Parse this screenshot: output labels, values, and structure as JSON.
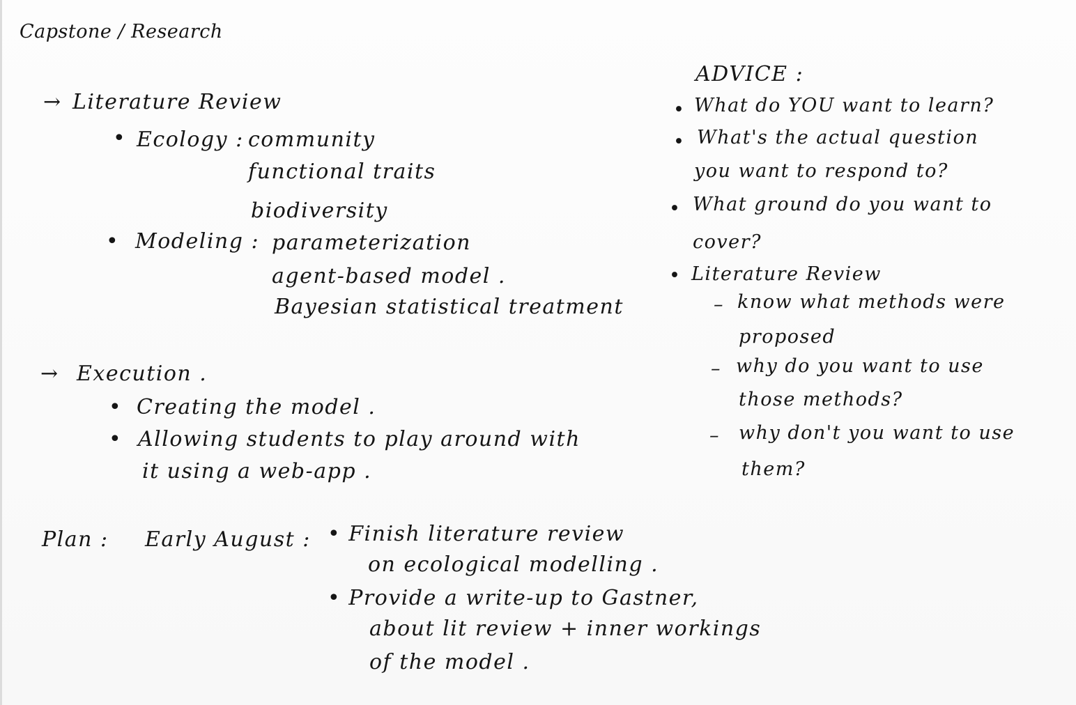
{
  "title": "Capstone / Research",
  "left": {
    "literature": {
      "arrow": "→",
      "heading": "Literature Review",
      "bullet": "•",
      "ecology_label": "Ecology :",
      "ecology_items": [
        "community",
        "functional traits",
        "biodiversity"
      ],
      "modeling_label": "Modeling :",
      "modeling_items": [
        "parameterization",
        "agent-based model .",
        "Bayesian statistical treatment"
      ]
    },
    "execution": {
      "arrow": "→",
      "heading": "Execution .",
      "bullet": "•",
      "items": [
        "Creating the model .",
        "Allowing students to play around with",
        "it using a web-app ."
      ]
    },
    "plan": {
      "label": "Plan :",
      "when": "Early August :",
      "lines": [
        "• Finish literature review",
        "on ecological modelling .",
        "• Provide a write-up to Gastner,",
        "about lit review + inner workings",
        "of the model ."
      ]
    }
  },
  "advice": {
    "heading": "ADVICE :",
    "bullet": "•",
    "dash": "–",
    "lines": [
      "What do YOU want to learn?",
      "What's the actual question",
      "you want to respond to?",
      "What ground do you want to",
      "cover?",
      "Literature Review",
      "know what methods were",
      "proposed",
      "why do you want to use",
      "those methods?",
      "why don't you want to use",
      "them?"
    ]
  }
}
